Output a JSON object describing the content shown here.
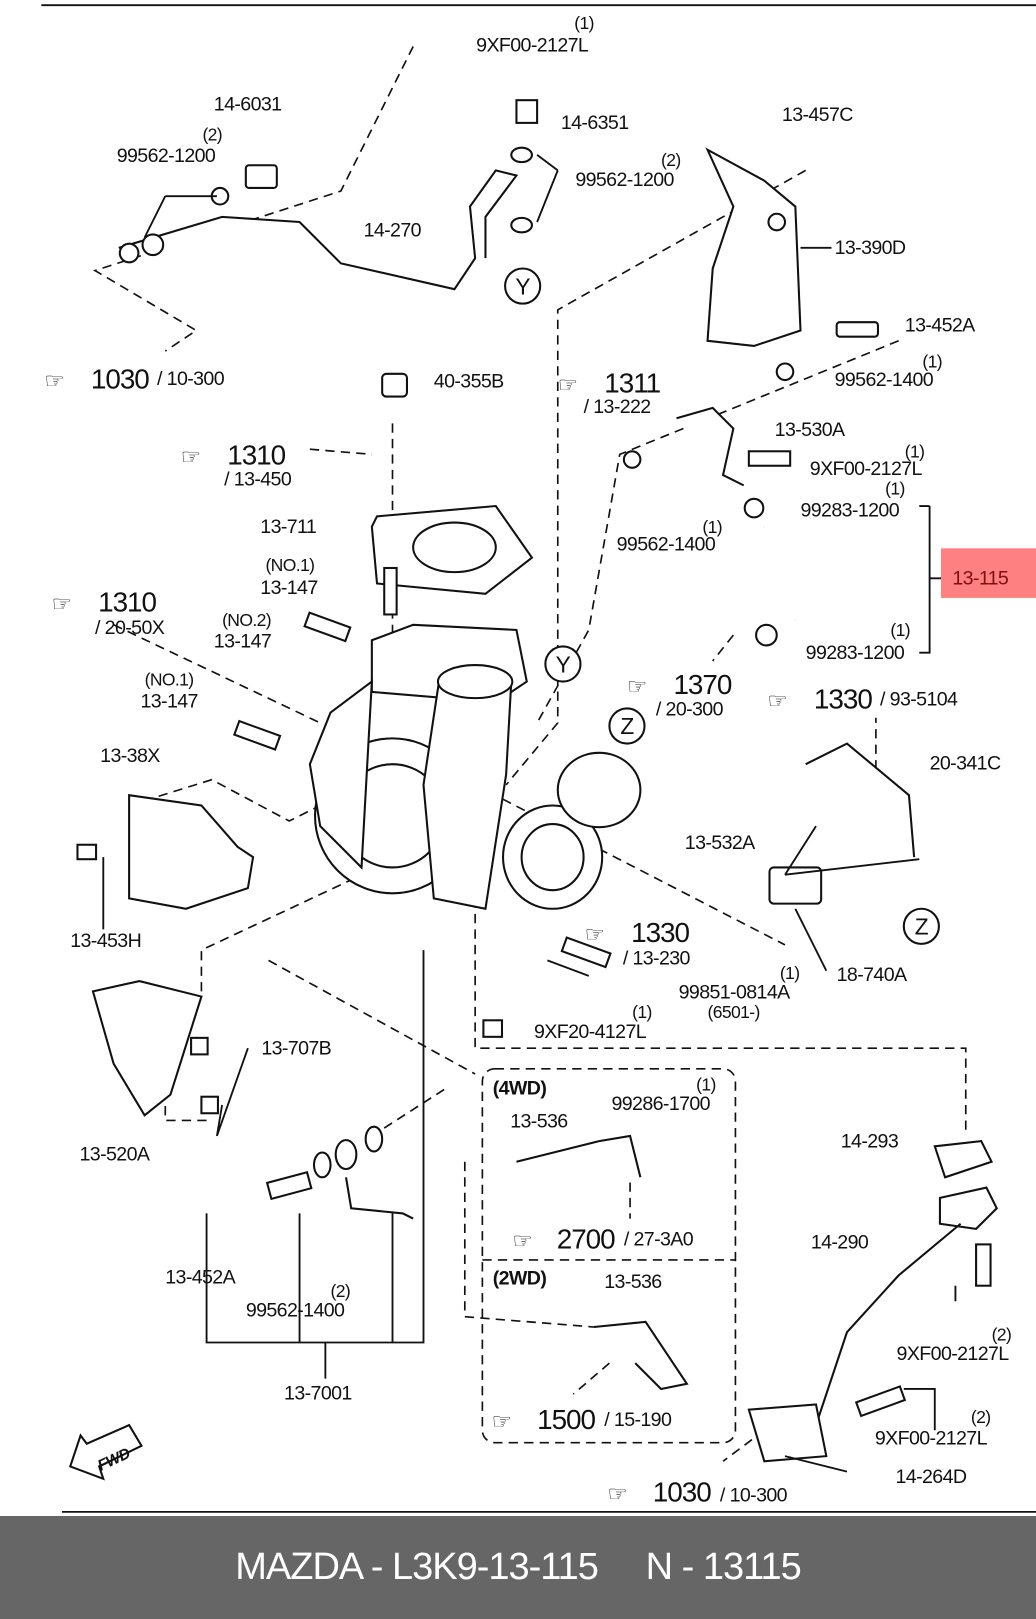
{
  "callouts": [
    {
      "part": "9XF00-2127L",
      "qty": "(1)"
    },
    {
      "part": "14-6031"
    },
    {
      "part": "99562-1200",
      "qty": "(2)"
    },
    {
      "part": "14-6351"
    },
    {
      "part": "99562-1200",
      "qty": "(2)"
    },
    {
      "part": "13-457C"
    },
    {
      "part": "14-270"
    },
    {
      "part": "13-390D"
    },
    {
      "part": "13-452A"
    },
    {
      "part": "40-355B"
    },
    {
      "part": "99562-1400",
      "qty": "(1)"
    },
    {
      "part": "13-530A"
    },
    {
      "part": "9XF00-2127L",
      "qty": "(1)"
    },
    {
      "part": "99283-1200",
      "qty": "(1)"
    },
    {
      "part": "99562-1400",
      "qty": "(1)"
    },
    {
      "part": "13-711"
    },
    {
      "part": "13-147",
      "qty": "(NO.1)"
    },
    {
      "part": "13-115",
      "highlighted": true
    },
    {
      "part": "13-147",
      "qty": "(NO.2)"
    },
    {
      "part": "99283-1200",
      "qty": "(1)"
    },
    {
      "part": "13-147",
      "qty": "(NO.1)"
    },
    {
      "part": "13-38X"
    },
    {
      "part": "20-341C"
    },
    {
      "part": "13-532A"
    },
    {
      "part": "13-453H"
    },
    {
      "part": "99851-0814A",
      "qty": "(1)",
      "note": "(6501-)"
    },
    {
      "part": "18-740A"
    },
    {
      "part": "9XF20-4127L",
      "qty": "(1)"
    },
    {
      "part": "13-707B"
    },
    {
      "part": "99286-1700",
      "qty": "(1)"
    },
    {
      "part": "13-536"
    },
    {
      "part": "13-520A"
    },
    {
      "part": "14-293"
    },
    {
      "part": "14-290"
    },
    {
      "part": "13-536"
    },
    {
      "part": "13-452A"
    },
    {
      "part": "99562-1400",
      "qty": "(2)"
    },
    {
      "part": "9XF00-2127L",
      "qty": "(2)"
    },
    {
      "part": "13-7001"
    },
    {
      "part": "9XF00-2127L",
      "qty": "(2)"
    },
    {
      "part": "14-264D"
    }
  ],
  "refs": [
    {
      "page": "1030",
      "sub": "/ 10-300",
      "icon": "hand-pointer-icon"
    },
    {
      "page": "1311",
      "sub": "/ 13-222",
      "icon": "hand-pointer-icon"
    },
    {
      "page": "1310",
      "sub": "/ 13-450",
      "icon": "hand-pointer-icon"
    },
    {
      "page": "1310",
      "sub": "/ 20-50X",
      "icon": "hand-pointer-icon"
    },
    {
      "page": "1370",
      "sub": "/ 20-300",
      "icon": "hand-pointer-icon"
    },
    {
      "page": "1330",
      "sub": "/ 93-5104",
      "icon": "hand-pointer-icon"
    },
    {
      "page": "1330",
      "sub": "/ 13-230",
      "icon": "hand-pointer-icon"
    },
    {
      "page": "2700",
      "sub": "/ 27-3A0",
      "icon": "hand-pointer-icon"
    },
    {
      "page": "1500",
      "sub": "/ 15-190",
      "icon": "hand-pointer-icon"
    },
    {
      "page": "1030",
      "sub": "/ 10-300",
      "icon": "hand-pointer-icon"
    }
  ],
  "hand_glyph": "☞",
  "connectors": [
    "Y",
    "Y",
    "Z",
    "Z"
  ],
  "groups": {
    "g4wd": "(4WD)",
    "g2wd": "(2WD)"
  },
  "fwd": "FWD",
  "footer": {
    "brand": "MAZDA - L3K9-13-115",
    "code": "N - 13115"
  },
  "colors": {
    "highlight": "#ff8080",
    "footer_bg": "#666666"
  }
}
